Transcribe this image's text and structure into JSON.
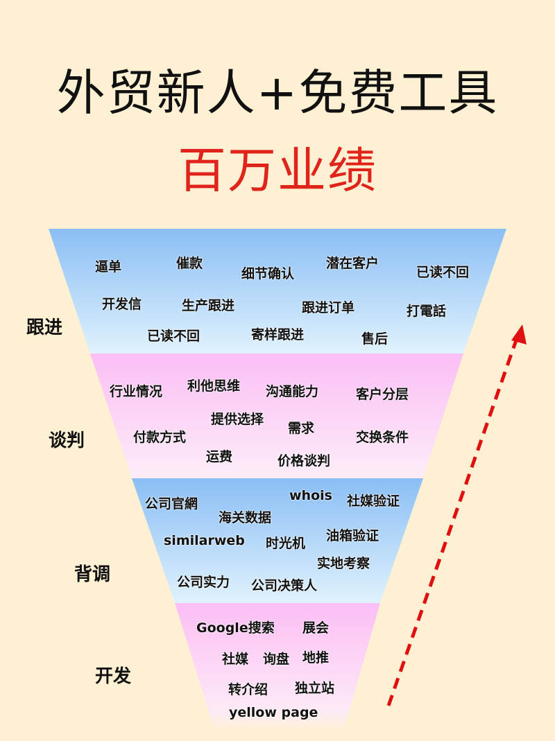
{
  "title": {
    "main": "外贸新人+免费工具",
    "sub": "百万业绩",
    "main_color": "#111111",
    "sub_color": "#E0241B"
  },
  "colors": {
    "background": "#FEF0D3",
    "blue_top": "#8ABEF5",
    "blue_bottom": "#E0F2FD",
    "pink_top": "#FBBEF5",
    "pink_bottom": "#FDEDF8",
    "arrow": "#E01010"
  },
  "stages": [
    {
      "name": "跟进",
      "keywords": [
        "逼单",
        "催款",
        "细节确认",
        "潜在客户",
        "已读不回",
        "开发信",
        "生产跟进",
        "跟进订单",
        "打電話",
        "已读不回",
        "寄样跟进",
        "售后"
      ]
    },
    {
      "name": "谈判",
      "keywords": [
        "行业情况",
        "利他思维",
        "沟通能力",
        "客户分层",
        "提供选择",
        "需求",
        "付款方式",
        "交换条件",
        "运费",
        "价格谈判"
      ]
    },
    {
      "name": "背调",
      "keywords": [
        "公司官網",
        "whois",
        "社媒验证",
        "海关数据",
        "油箱验证",
        "similarweb",
        "时光机",
        "实地考察",
        "公司实力",
        "公司决策人"
      ]
    },
    {
      "name": "开发",
      "keywords": [
        "Google搜索",
        "展会",
        "社媒",
        "询盘",
        "地推",
        "转介绍",
        "独立站",
        "yellow page"
      ]
    }
  ],
  "arrow": {
    "direction": "up",
    "style": "dashed"
  }
}
